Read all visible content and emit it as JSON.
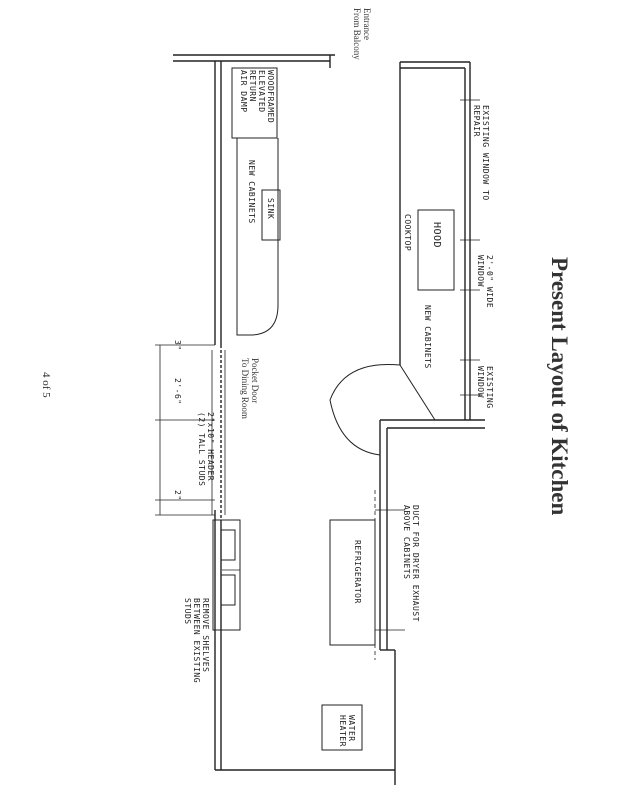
{
  "title": "Present Layout of Kitchen",
  "page_number": "4 of 5",
  "labels": {
    "entrance_line1": "Entrance",
    "entrance_line2": "From Balcony",
    "pocket_door_line1": "Pocket Door",
    "pocket_door_line2": "To Dining Room",
    "woodframed_line1": "WOODFRAMED",
    "woodframed_line2": "ELEVATED",
    "woodframed_line3": "RETURN",
    "woodframed_line4": "AIR DAMP",
    "new_cabinets_left": "NEW CABINETS",
    "sink": "SINK",
    "existing_window_line1": "EXISTING WINDOW TO",
    "existing_window_line2": "REPAIR",
    "hood": "HOOD",
    "cooktop": "COOKTOP",
    "window_line1": "2'-0\" WIDE",
    "window_line2": "WINDOW",
    "new_cabinets_right": "NEW CABINETS",
    "existing_line1": "EXISTING",
    "existing_line2": "WINDOW",
    "header_line1": "2\"x10\" HEADER",
    "header_line2": "(2) TALL STUDS",
    "dim_1": "2'-6\"",
    "dim_2": "3\"",
    "dim_3": "2\"",
    "duct_line1": "DUCT FOR DRYER EXHAUST",
    "duct_line2": "ABOVE CABINETS",
    "refrigerator": "REFRIGERATOR",
    "remove_line1": "REMOVE SHELVES",
    "remove_line2": "BETWEEN EXISTING",
    "remove_line3": "STUDS",
    "water_heater_line1": "WATER",
    "water_heater_line2": "HEATER"
  }
}
